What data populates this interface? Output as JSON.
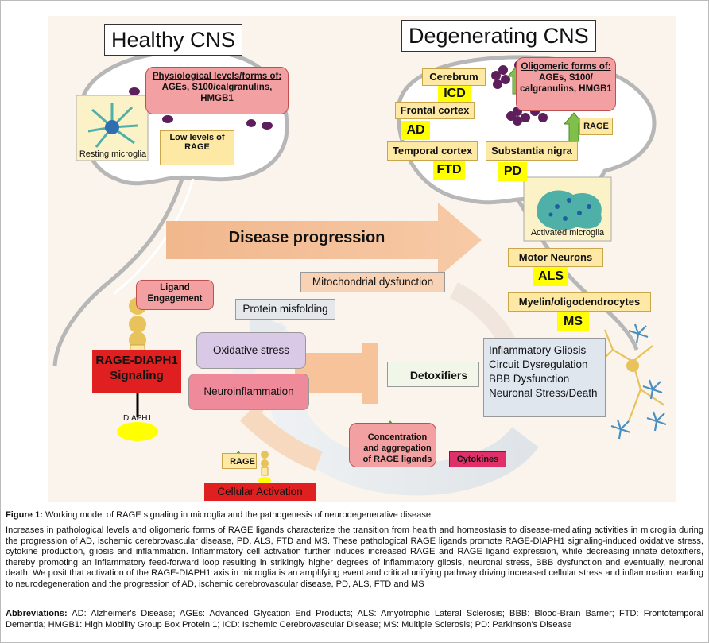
{
  "titles": {
    "healthy": "Healthy CNS",
    "degenerating": "Degenerating CNS"
  },
  "healthy": {
    "ligands_heading": "Physiological levels/forms of:",
    "ligands_body": "AGEs, S100/calgranulins, HMGB1",
    "low_rage": "Low levels of RAGE",
    "resting_microglia": "Resting microglia"
  },
  "degenerating": {
    "cerebrum": "Cerebrum",
    "icd": "ICD",
    "frontal_cortex": "Frontal cortex",
    "ad": "AD",
    "temporal_cortex": "Temporal cortex",
    "ftd": "FTD",
    "substantia_nigra": "Substantia nigra",
    "pd": "PD",
    "oligomeric_heading": "Oligomeric forms of:",
    "oligomeric_body": "AGEs, S100/ calgranulins, HMGB1",
    "rage": "RAGE",
    "activated_microglia": "Activated microglia",
    "motor_neurons": "Motor Neurons",
    "als": "ALS",
    "myelin": "Myelin/oligodendrocytes",
    "ms": "MS"
  },
  "progression": "Disease progression",
  "signaling": {
    "ligand_engagement": "Ligand Engagement",
    "rage_diaph1": "RAGE-DIAPH1 Signaling",
    "diaph1": "DIAPH1",
    "mito": "Mitochondrial dysfunction",
    "protein_misfolding": "Protein misfolding",
    "oxidative_stress": "Oxidative stress",
    "neuroinflammation": "Neuroinflammation",
    "detoxifiers": "Detoxifiers",
    "outcomes": [
      "Inflammatory Gliosis",
      "Circuit Dysregulation",
      "BBB Dysfunction",
      "Neuronal Stress/Death"
    ],
    "concentration": "Concentration and aggregation of RAGE ligands",
    "cytokines": "Cytokines",
    "rage": "RAGE",
    "cellular_activation": "Cellular Activation"
  },
  "caption": {
    "figure_label": "Figure 1:",
    "figure_title": "Working model of RAGE signaling in microglia and the pathogenesis of neurodegenerative disease.",
    "body": "Increases in pathological levels and oligomeric forms of RAGE ligands characterize the transition from health and homeostasis to disease-mediating activities in microglia during the progression of AD, ischemic cerebrovascular disease, PD, ALS, FTD and MS. These pathological RAGE ligands promote RAGE-DIAPH1 signaling-induced oxidative stress, cytokine production, gliosis and inflammation. Inflammatory cell activation further induces increased RAGE and RAGE ligand expression, while decreasing innate detoxifiers, thereby promoting an inflammatory feed-forward loop resulting in strikingly higher degrees of inflammatory gliosis, neuronal stress, BBB dysfunction and eventually, neuronal death. We posit that activation of the RAGE-DIAPH1 axis in microglia is an amplifying event and critical unifying pathway driving increased cellular stress and inflammation leading to neurodegeneration and the progression of AD, ischemic cerebrovascular disease, PD, ALS, FTD and MS",
    "abbrev_label": "Abbreviations:",
    "abbrev_body": "AD: Alzheimer's Disease; AGEs: Advanced Glycation End Products; ALS: Amyotrophic Lateral Sclerosis; BBB: Blood-Brain Barrier; FTD: Frontotemporal Dementia; HMGB1: High Mobility Group Box Protein 1; ICD: Ischemic Cerebrovascular Disease; MS: Multiple Sclerosis; PD: Parkinson's Disease"
  }
}
